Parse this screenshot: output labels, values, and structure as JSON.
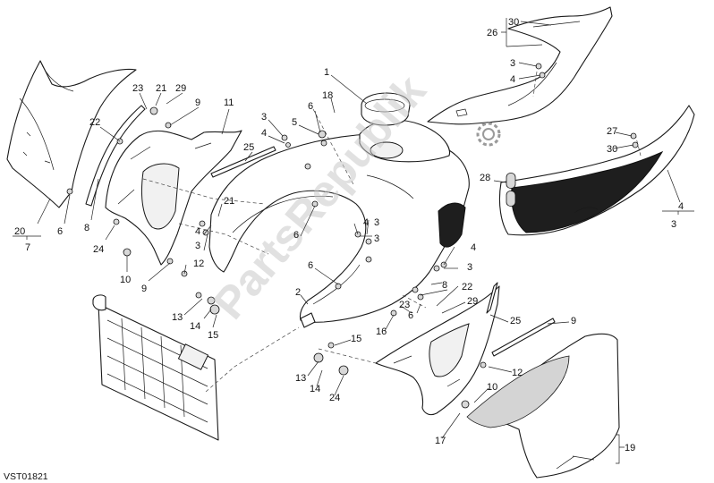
{
  "diagram_code": "VST01821",
  "watermark_text": "PartsRepublik",
  "colors": {
    "line": "#1a1a1a",
    "dark_part": "#1e1e1e",
    "panel_grey": "#d4d4d4",
    "watermark": "#c8c8c8"
  },
  "callouts": [
    "30",
    "26",
    "3",
    "4",
    "1",
    "18",
    "6",
    "5",
    "3",
    "4",
    "23",
    "21",
    "29",
    "9",
    "11",
    "22",
    "25",
    "8",
    "24",
    "10",
    "9",
    "20",
    "7",
    "6",
    "12",
    "13",
    "14",
    "15",
    "3",
    "4",
    "2",
    "6",
    "4",
    "3",
    "6",
    "3",
    "4",
    "3",
    "27",
    "30",
    "28",
    "4",
    "3",
    "21",
    "8",
    "22",
    "29",
    "23",
    "6",
    "16",
    "25",
    "9",
    "12",
    "15",
    "13",
    "14",
    "24",
    "10",
    "17",
    "19"
  ]
}
